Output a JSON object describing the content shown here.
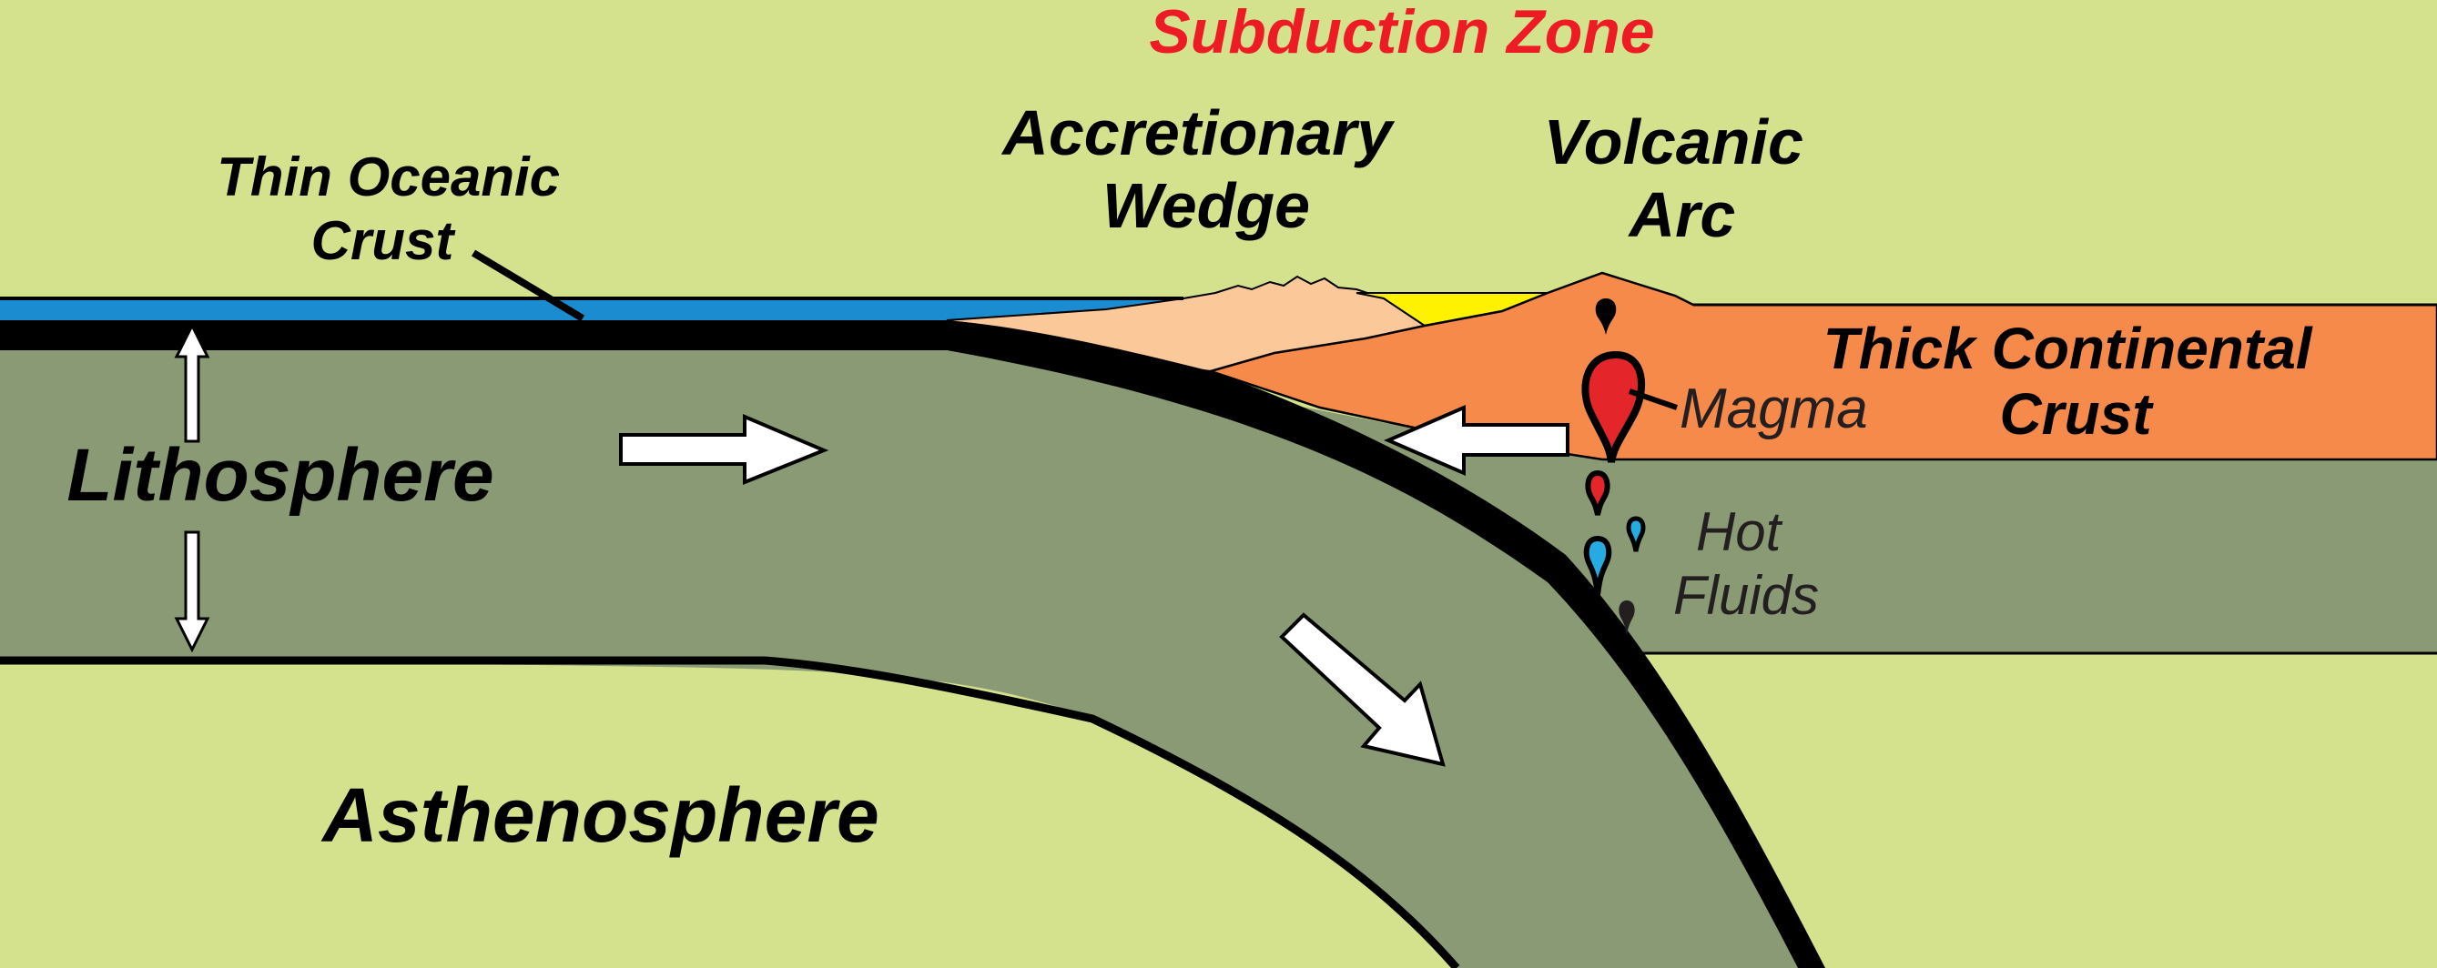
{
  "title": "Subduction Zone",
  "labels": {
    "thin_oceanic_crust": [
      "Thin Oceanic",
      "Crust"
    ],
    "accretionary_wedge": [
      "Accretionary",
      "Wedge"
    ],
    "volcanic_arc": [
      "Volcanic",
      "Arc"
    ],
    "thick_continental_crust": [
      "Thick Continental",
      "Crust"
    ],
    "magma": "Magma",
    "hot_fluids": [
      "Hot",
      "Fluids"
    ],
    "lithosphere": "Lithosphere",
    "asthenosphere": "Asthenosphere"
  },
  "colors": {
    "title": "#ed1c24",
    "ocean": "#1b8ccf",
    "oceanic_crust": "#000000",
    "lithosphere": "#8a9a74",
    "asthenosphere": "#d4e28e",
    "continental_crust": "#f58a4a",
    "accretionary_wedge": "#fbc89a",
    "forearc_basin": "#fff200",
    "magma": "#e4252a",
    "fluid": "#27aae1",
    "arrow_fill": "#ffffff"
  }
}
